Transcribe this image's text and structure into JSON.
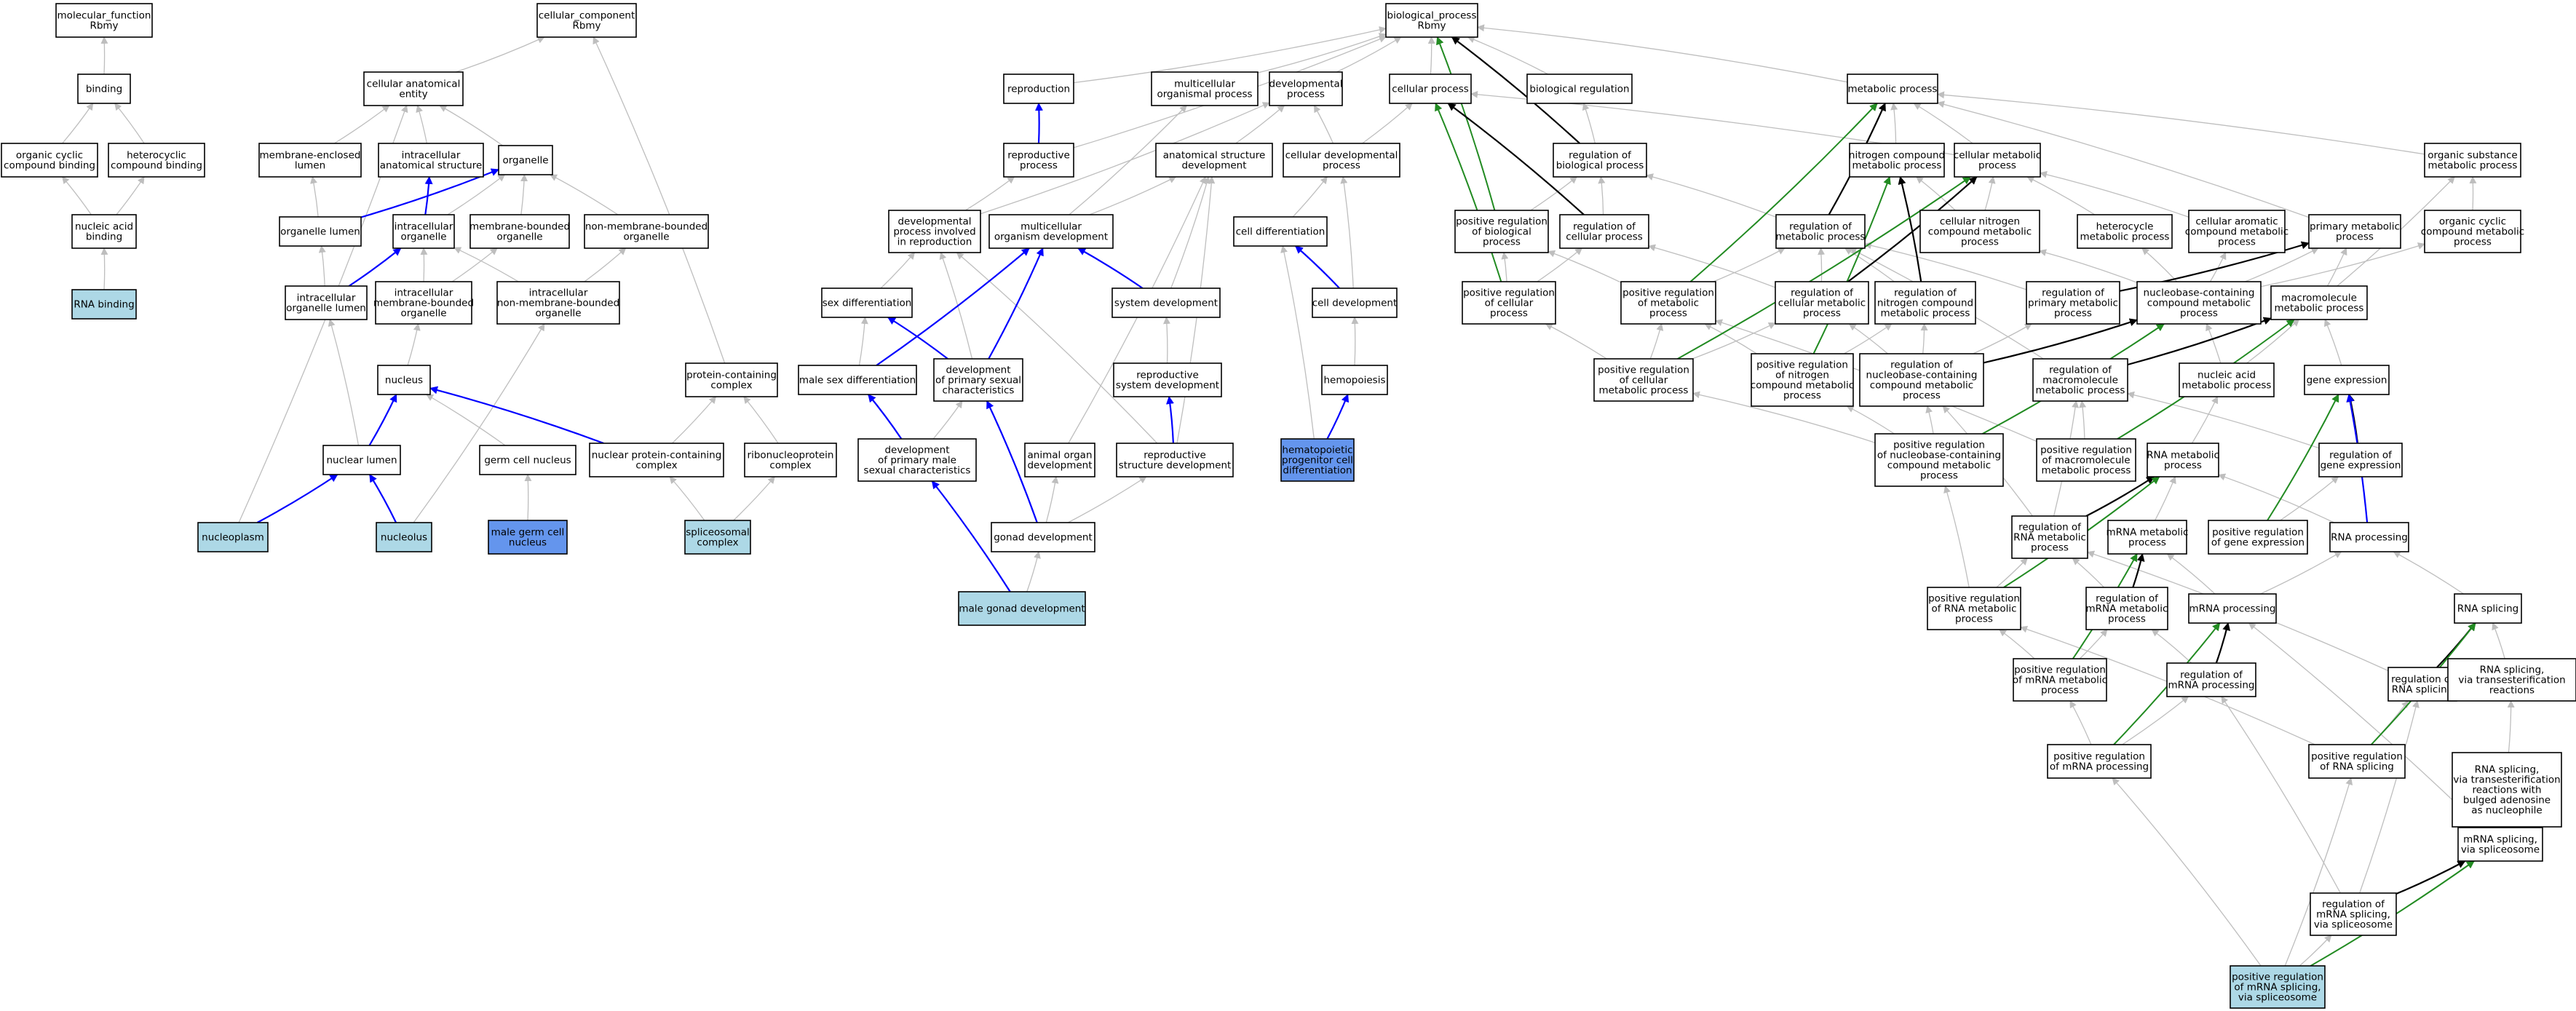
{
  "colors": {
    "plain": "#ffffff",
    "highlight": "#add8e6",
    "selected": "#6495ed",
    "edge_default": "#bebebe",
    "edge_blue": "#0000ff",
    "edge_green": "#228b22",
    "edge_black": "#000000"
  },
  "nodes": {
    "mf_root": [
      "molecular_function",
      "Rbmy"
    ],
    "binding": [
      "binding"
    ],
    "org_cyc_bind": [
      "organic cyclic",
      "compound binding"
    ],
    "het_bind": [
      "heterocyclic",
      "compound binding"
    ],
    "na_bind": [
      "nucleic acid",
      "binding"
    ],
    "rna_bind": [
      "RNA binding"
    ],
    "cc_root": [
      "cellular_component",
      "Rbmy"
    ],
    "cell_anat": [
      "cellular anatomical",
      "entity"
    ],
    "mem_lumen": [
      "membrane-enclosed",
      "lumen"
    ],
    "intra_anat": [
      "intracellular",
      "anatomical structure"
    ],
    "organelle": [
      "organelle"
    ],
    "org_lumen": [
      "organelle lumen"
    ],
    "intra_org": [
      "intracellular",
      "organelle"
    ],
    "mem_org": [
      "membrane-bounded",
      "organelle"
    ],
    "nonmem_org": [
      "non-membrane-bounded",
      "organelle"
    ],
    "intra_org_lumen": [
      "intracellular",
      "organelle lumen"
    ],
    "intra_mem_org": [
      "intracellular",
      "membrane-bounded",
      "organelle"
    ],
    "intra_nonmem_org": [
      "intracellular",
      "non-membrane-bounded",
      "organelle"
    ],
    "nucleus": [
      "nucleus"
    ],
    "nuc_lumen": [
      "nuclear lumen"
    ],
    "germ_nuc": [
      "germ cell nucleus"
    ],
    "nucleoplasm": [
      "nucleoplasm"
    ],
    "nucleolus": [
      "nucleolus"
    ],
    "male_germ_nuc": [
      "male germ cell",
      "nucleus"
    ],
    "prot_complex": [
      "protein-containing",
      "complex"
    ],
    "nuc_prot_complex": [
      "nuclear protein-containing",
      "complex"
    ],
    "rnp_complex": [
      "ribonucleoprotein",
      "complex"
    ],
    "spliceosome": [
      "spliceosomal",
      "complex"
    ],
    "bp_root": [
      "biological_process",
      "Rbmy"
    ],
    "reproduction": [
      "reproduction"
    ],
    "multi_org_proc": [
      "multicellular",
      "organismal process"
    ],
    "dev_proc": [
      "developmental",
      "process"
    ],
    "cell_proc": [
      "cellular process"
    ],
    "bio_reg": [
      "biological regulation"
    ],
    "metab_proc": [
      "metabolic process"
    ],
    "repro_proc": [
      "reproductive",
      "process"
    ],
    "anat_dev": [
      "anatomical structure",
      "development"
    ],
    "cell_dev_proc": [
      "cellular developmental",
      "process"
    ],
    "reg_bio_proc": [
      "regulation of",
      "biological process"
    ],
    "dev_repro": [
      "developmental",
      "process involved",
      "in reproduction"
    ],
    "multi_dev": [
      "multicellular",
      "organism development"
    ],
    "cell_diff": [
      "cell differentiation"
    ],
    "pos_reg_bio": [
      "positive regulation",
      "of biological",
      "process"
    ],
    "reg_cell_proc": [
      "regulation of",
      "cellular process"
    ],
    "sex_diff": [
      "sex differentiation"
    ],
    "sys_dev": [
      "system development"
    ],
    "cell_development": [
      "cell development"
    ],
    "pos_reg_cell_proc": [
      "positive regulation",
      "of cellular",
      "process"
    ],
    "male_sex_diff": [
      "male sex differentiation"
    ],
    "dev_prim_sex": [
      "development",
      "of primary sexual",
      "characteristics"
    ],
    "repro_sys_dev": [
      "reproductive",
      "system development"
    ],
    "hemopoiesis": [
      "hemopoiesis"
    ],
    "dev_prim_male": [
      "development",
      "of primary male",
      "sexual characteristics"
    ],
    "animal_organ": [
      "animal organ",
      "development"
    ],
    "repro_struct": [
      "reproductive",
      "structure development"
    ],
    "hema_prog": [
      "hematopoietic",
      "progenitor cell",
      "differentiation"
    ],
    "gonad_dev": [
      "gonad development"
    ],
    "male_gonad": [
      "male gonad development"
    ],
    "biol_reg": [
      "biological regulation"
    ],
    "nit_metab": [
      "nitrogen compound",
      "metabolic process"
    ],
    "cell_metab": [
      "cellular metabolic",
      "process"
    ],
    "org_sub_metab": [
      "organic substance",
      "metabolic process"
    ],
    "reg_metab": [
      "regulation of",
      "metabolic process"
    ],
    "cell_nit_metab": [
      "cellular nitrogen",
      "compound metabolic",
      "process"
    ],
    "het_metab": [
      "heterocycle",
      "metabolic process"
    ],
    "cell_arom": [
      "cellular aromatic",
      "compound metabolic",
      "process"
    ],
    "prim_metab": [
      "primary metabolic",
      "process"
    ],
    "org_cyc_metab": [
      "organic cyclic",
      "compound metabolic",
      "process"
    ],
    "pos_reg_metab": [
      "positive regulation",
      "of metabolic",
      "process"
    ],
    "reg_cell_metab": [
      "regulation of",
      "cellular metabolic",
      "process"
    ],
    "reg_nit_metab": [
      "regulation of",
      "nitrogen compound",
      "metabolic process"
    ],
    "reg_prim_metab": [
      "regulation of",
      "primary metabolic",
      "process"
    ],
    "nucbase_metab": [
      "nucleobase-containing",
      "compound metabolic",
      "process"
    ],
    "macro_metab": [
      "macromolecule",
      "metabolic process"
    ],
    "pos_reg_cell_metab": [
      "positive regulation",
      "of cellular",
      "metabolic process"
    ],
    "pos_reg_nit": [
      "positive regulation",
      "of nitrogen",
      "compound metabolic",
      "process"
    ],
    "reg_nucbase": [
      "regulation of",
      "nucleobase-containing",
      "compound metabolic",
      "process"
    ],
    "reg_macro": [
      "regulation of",
      "macromolecule",
      "metabolic process"
    ],
    "na_metab": [
      "nucleic acid",
      "metabolic process"
    ],
    "gene_expr": [
      "gene expression"
    ],
    "pos_reg_nucbase": [
      "positive regulation",
      "of nucleobase-containing",
      "compound metabolic",
      "process"
    ],
    "pos_reg_macro": [
      "positive regulation",
      "of macromolecule",
      "metabolic process"
    ],
    "rna_metab": [
      "RNA metabolic",
      "process"
    ],
    "reg_gene_expr": [
      "regulation of",
      "gene expression"
    ],
    "reg_rna_metab": [
      "regulation of",
      "RNA metabolic",
      "process"
    ],
    "mrna_metab": [
      "mRNA metabolic",
      "process"
    ],
    "pos_reg_gene": [
      "positive regulation",
      "of gene expression"
    ],
    "rna_proc": [
      "RNA processing"
    ],
    "pos_reg_rna_metab": [
      "positive regulation",
      "of RNA metabolic",
      "process"
    ],
    "reg_mrna_metab": [
      "regulation of",
      "mRNA metabolic",
      "process"
    ],
    "mrna_proc": [
      "mRNA processing"
    ],
    "rna_splicing": [
      "RNA splicing"
    ],
    "pos_reg_mrna_metab": [
      "positive regulation",
      "of mRNA metabolic",
      "process"
    ],
    "reg_mrna_proc": [
      "regulation of",
      "mRNA processing"
    ],
    "reg_rna_splice": [
      "regulation of",
      "RNA splicing"
    ],
    "rna_splice_trans": [
      "RNA splicing,",
      "via transesterification",
      "reactions"
    ],
    "pos_reg_mrna_proc": [
      "positive regulation",
      "of mRNA processing"
    ],
    "pos_reg_rna_splice": [
      "positive regulation",
      "of RNA splicing"
    ],
    "rna_splice_bulged": [
      "RNA splicing,",
      "via transesterification",
      "reactions with",
      "bulged adenosine",
      "as nucleophile"
    ],
    "mrna_splice": [
      "mRNA splicing,",
      "via spliceosome"
    ],
    "reg_mrna_splice": [
      "regulation of",
      "mRNA splicing,",
      "via spliceosome"
    ],
    "pos_reg_mrna_splice": [
      "positive regulation",
      "of mRNA splicing,",
      "via spliceosome"
    ]
  }
}
